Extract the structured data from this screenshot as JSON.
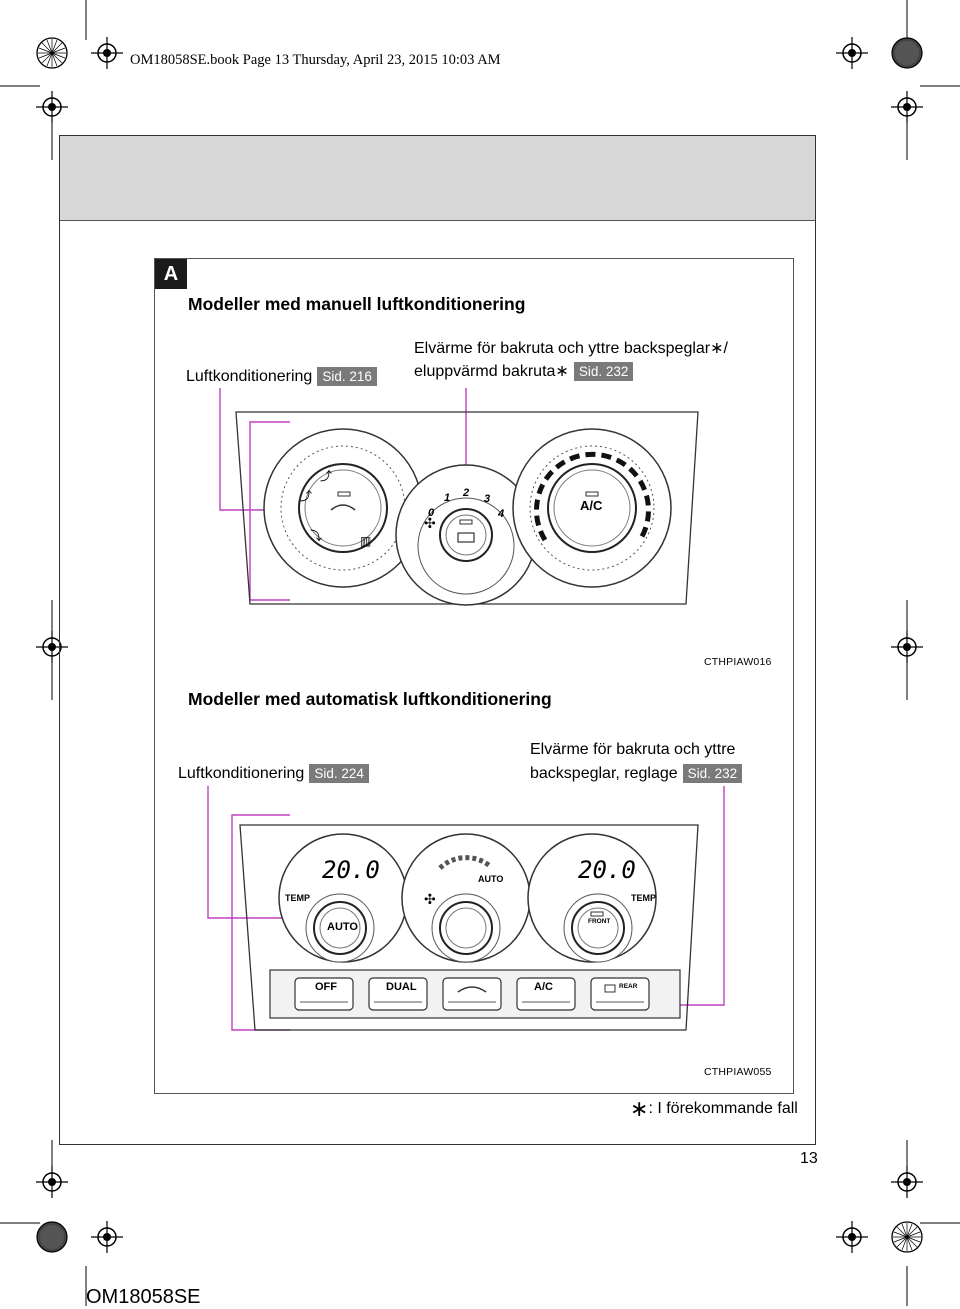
{
  "header": {
    "book_info": "OM18058SE.book  Page 13  Thursday, April 23, 2015  10:03 AM"
  },
  "section": {
    "tab_letter": "A"
  },
  "manual": {
    "heading": "Modeller med manuell luftkonditionering",
    "ac_label": "Luftkonditionering",
    "ac_ref": "Sid. 216",
    "defog_label_line1": "Elvärme för bakruta och yttre backspeglar∗/",
    "defog_label_line2": "eluppvärmd bakruta∗",
    "defog_ref": "Sid. 232",
    "panel": {
      "fan_speeds": [
        "0",
        "1",
        "2",
        "3",
        "4"
      ],
      "ac_button": "A/C"
    },
    "image_code": "CTHPIAW016"
  },
  "automatic": {
    "heading": "Modeller med automatisk luftkonditionering",
    "ac_label": "Luftkonditionering",
    "ac_ref": "Sid. 224",
    "defog_label_line1": "Elvärme för bakruta och yttre",
    "defog_label_line2": "backspeglar, reglage",
    "defog_ref": "Sid. 232",
    "panel": {
      "left_temp": "20.0",
      "right_temp": "20.0",
      "temp_label": "TEMP",
      "auto_label": "AUTO",
      "auto_knob": "AUTO",
      "front_label": "FRONT",
      "buttons": [
        "OFF",
        "DUAL",
        "",
        "A/C",
        "REAR"
      ]
    },
    "image_code": "CTHPIAW055"
  },
  "footnote": {
    "symbol": "∗",
    "text": ": I förekommande fall"
  },
  "page_number": "13",
  "doc_code": "OM18058SE",
  "colors": {
    "leader_line": "#c040c0",
    "grey_band": "#d7d7d7",
    "tab": "#1a1a1a",
    "ref_badge": "#7a7a7a"
  }
}
